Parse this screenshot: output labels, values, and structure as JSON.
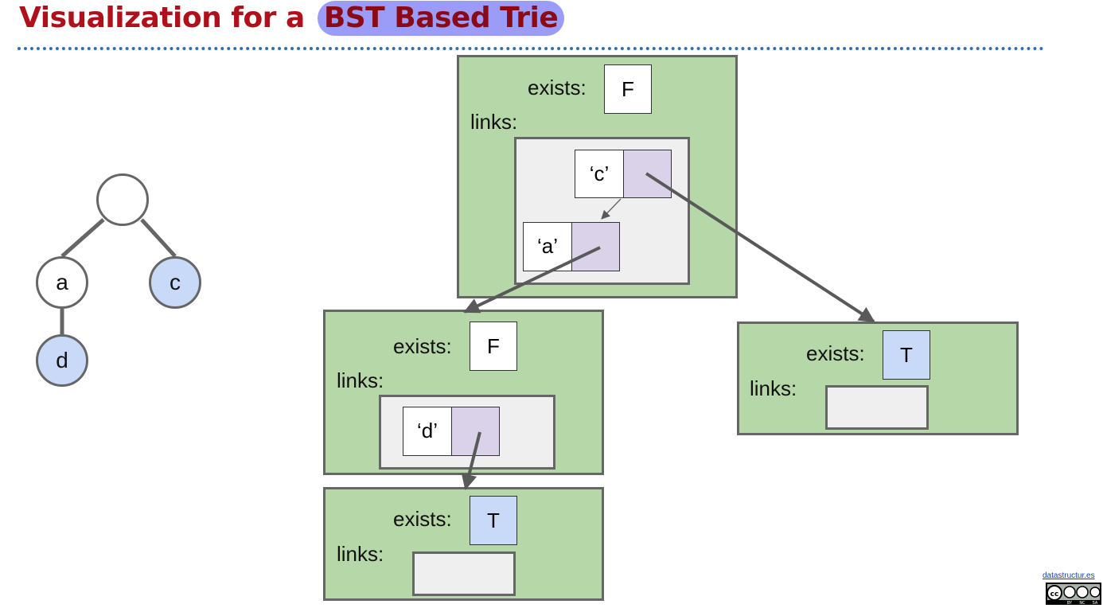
{
  "title": {
    "prefix": "Visualization for a",
    "highlight": "BST Based Trie"
  },
  "colors": {
    "title_red": "#b0101c",
    "node_green": "#b6d7a8",
    "cell_blue": "#c9daf8",
    "cell_purple": "#d9d2e9",
    "links_gray": "#efefef",
    "rule_blue": "#2f6fb7"
  },
  "tree": {
    "root": "",
    "nodes": [
      "a",
      "c",
      "d"
    ]
  },
  "root_node": {
    "exists_label": "exists:",
    "exists_value": "F",
    "links_label": "links:",
    "bst": [
      {
        "key": "‘c’"
      },
      {
        "key": "‘a’"
      }
    ]
  },
  "node_a": {
    "exists_label": "exists:",
    "exists_value": "F",
    "links_label": "links:",
    "bst": [
      {
        "key": "‘d’"
      }
    ]
  },
  "node_c": {
    "exists_label": "exists:",
    "exists_value": "T",
    "links_label": "links:"
  },
  "node_d": {
    "exists_label": "exists:",
    "exists_value": "T",
    "links_label": "links:"
  },
  "badge": {
    "site": "datastructur.es",
    "license": "cc by nc sa"
  }
}
